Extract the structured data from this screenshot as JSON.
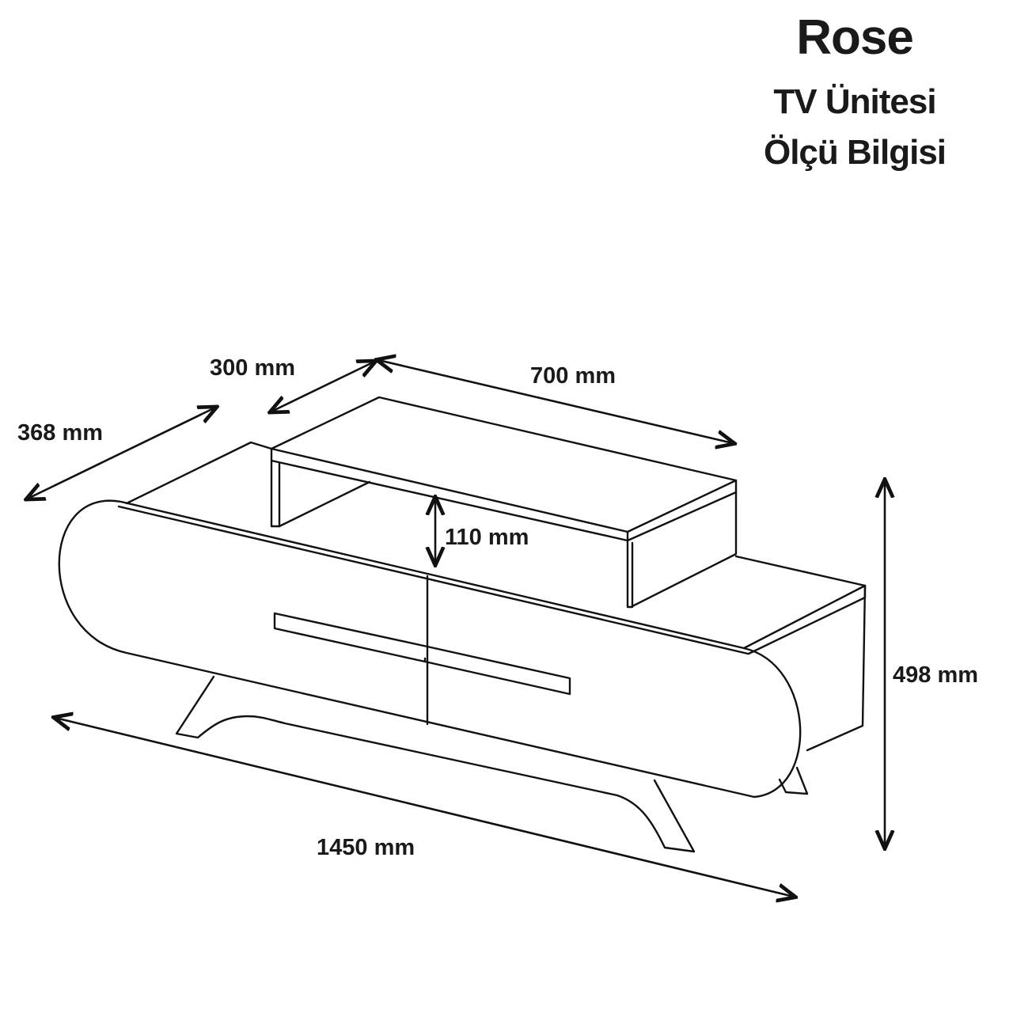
{
  "title": {
    "name": "Rose",
    "line2": "TV Ünitesi",
    "line3": "Ölçü Bilgisi"
  },
  "dimensions": {
    "depth_total": "368 mm",
    "depth_shelf": "300 mm",
    "width_shelf": "700 mm",
    "shelf_clearance": "110 mm",
    "height_total": "498 mm",
    "width_total": "1450 mm"
  }
}
